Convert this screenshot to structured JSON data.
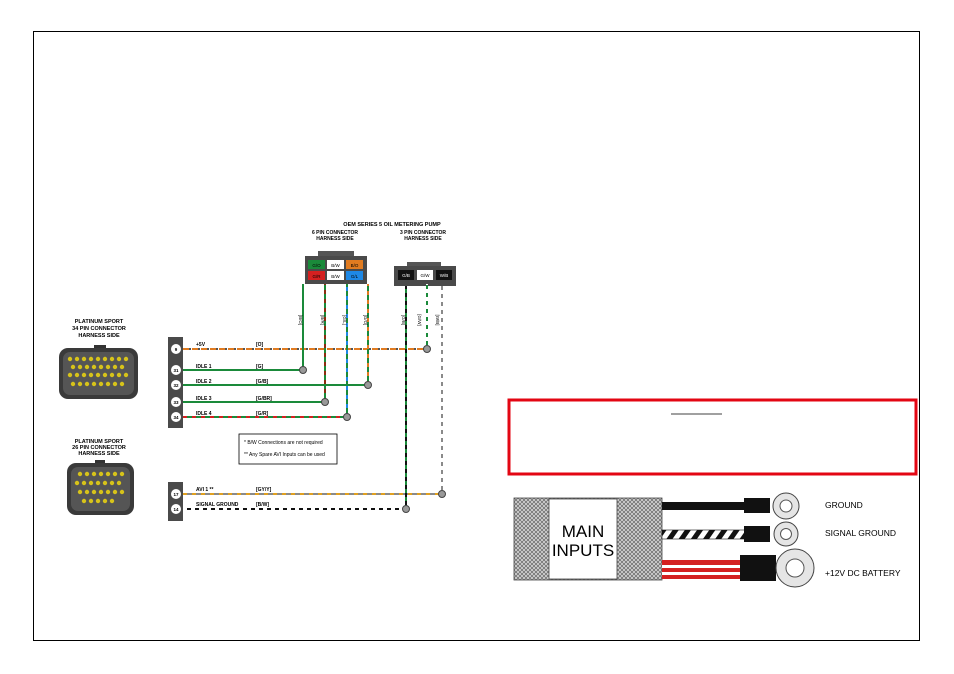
{
  "oil_pump": {
    "title": "OEM SERIES 5 OIL METERING PUMP",
    "six_pin": {
      "line1": "6 PIN CONNECTOR",
      "line2": "HARNESS SIDE",
      "pins_top": [
        "G/O",
        "B/W",
        "B/O"
      ],
      "pins_bottom": [
        "G/R",
        "B/W",
        "G/L"
      ]
    },
    "three_pin": {
      "line1": "3 PIN CONNECTOR",
      "line2": "HARNESS SIDE",
      "pins": [
        "G/B",
        "G/W",
        "W/B"
      ]
    },
    "drop_labels": [
      "[B/O]",
      "[B/R]",
      "[G/L]",
      "[G/O]",
      "[G/B]",
      "[G/W]",
      "[W/B]"
    ]
  },
  "platinum_34": {
    "line1": "PLATINUM SPORT",
    "line2": "34 PIN CONNECTOR",
    "line3": "HARNESS SIDE"
  },
  "platinum_26": {
    "line1": "PLATINUM SPORT",
    "line2": "26 PIN CONNECTOR",
    "line3": "HARNESS SIDE"
  },
  "pins_34": [
    {
      "num": "9",
      "name": "+5V",
      "color_label": "[O]"
    },
    {
      "num": "31",
      "name": "IDLE 1",
      "color_label": "[G]"
    },
    {
      "num": "32",
      "name": "IDLE 2",
      "color_label": "[G/B]"
    },
    {
      "num": "33",
      "name": "IDLE 3",
      "color_label": "[G/BR]"
    },
    {
      "num": "34",
      "name": "IDLE 4",
      "color_label": "[G/R]"
    }
  ],
  "pins_26": [
    {
      "num": "17",
      "name": "AVI 1 **",
      "color_label": "[GY/Y]"
    },
    {
      "num": "14",
      "name": "SIGNAL GROUND",
      "color_label": "[B/W]"
    }
  ],
  "notes": {
    "line1": "* B/W Connections are not required",
    "line2": "** Any Spare AVI Inputs can be used"
  },
  "main_inputs": {
    "line1": "MAIN",
    "line2": "INPUTS",
    "ground": "GROUND",
    "signal_ground": "SIGNAL GROUND",
    "battery": "+12V DC BATTERY"
  },
  "colors": {
    "warning_border": "#e30613",
    "orange_wire": "#e07b20",
    "green_wire": "#1a8a3a",
    "red_wire": "#d42020",
    "blue_pin": "#1e88e5",
    "connector_dark": "#3b3b3b"
  }
}
